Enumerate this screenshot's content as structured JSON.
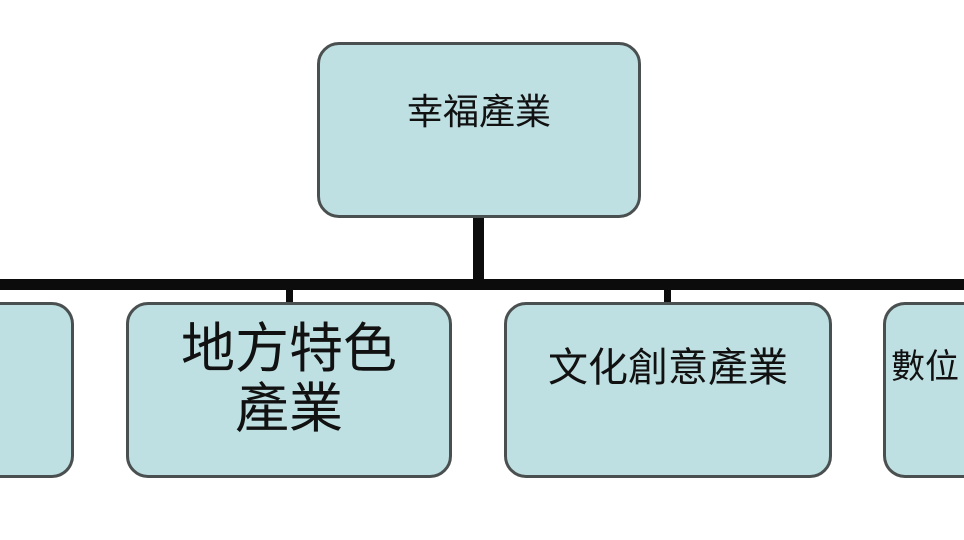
{
  "diagram": {
    "root": {
      "label": "幸福產業"
    },
    "children": [
      {
        "label": ""
      },
      {
        "label_line1": "地方特色",
        "label_line2": "產業"
      },
      {
        "label": "文化創意產業"
      },
      {
        "label": "數位"
      }
    ]
  },
  "colors": {
    "box_fill": "#bfe0e2",
    "box_border": "#4a5050",
    "connector": "#0c0c0c"
  }
}
